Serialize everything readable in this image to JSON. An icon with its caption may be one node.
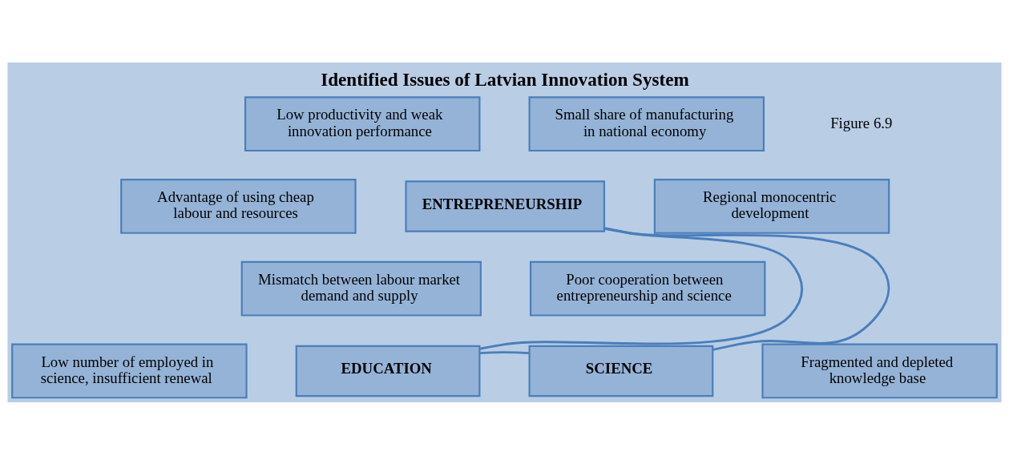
{
  "diagram": {
    "title": "Identified Issues of Latvian Innovation System",
    "nodes": [
      {
        "text": [
          "Low productivity and weak innovation performance"
        ]
      },
      {
        "text": [
          "Small share of manufacturing in national economy"
        ]
      },
      {
        "text": [
          "Advantage of using cheap labour and resources"
        ]
      },
      {
        "text": [
          "ENTREPRENEURSHIP"
        ]
      },
      {
        "text": [
          "Regional monocentric development"
        ]
      },
      {
        "text": [
          "Mismatch between labour market demand and supply"
        ]
      },
      {
        "text": [
          "Poor cooperation between entrepreneurship and science"
        ]
      },
      {
        "text": [
          "Low number of employed in science, insufficient renewal"
        ]
      },
      {
        "text": [
          "EDUCATION"
        ]
      },
      {
        "text": [
          "SCIENCE"
        ]
      },
      {
        "text": [
          "Fragmented and depleted knowledge base"
        ]
      }
    ],
    "edges": [
      {
        "from": 3,
        "to": 8,
        "arrow": "none"
      },
      {
        "from": 3,
        "to": 9,
        "arrow": "none"
      },
      {
        "from": 8,
        "to": 9,
        "arrow": "none"
      }
    ],
    "labels": [
      "Figure 6.9"
    ]
  }
}
